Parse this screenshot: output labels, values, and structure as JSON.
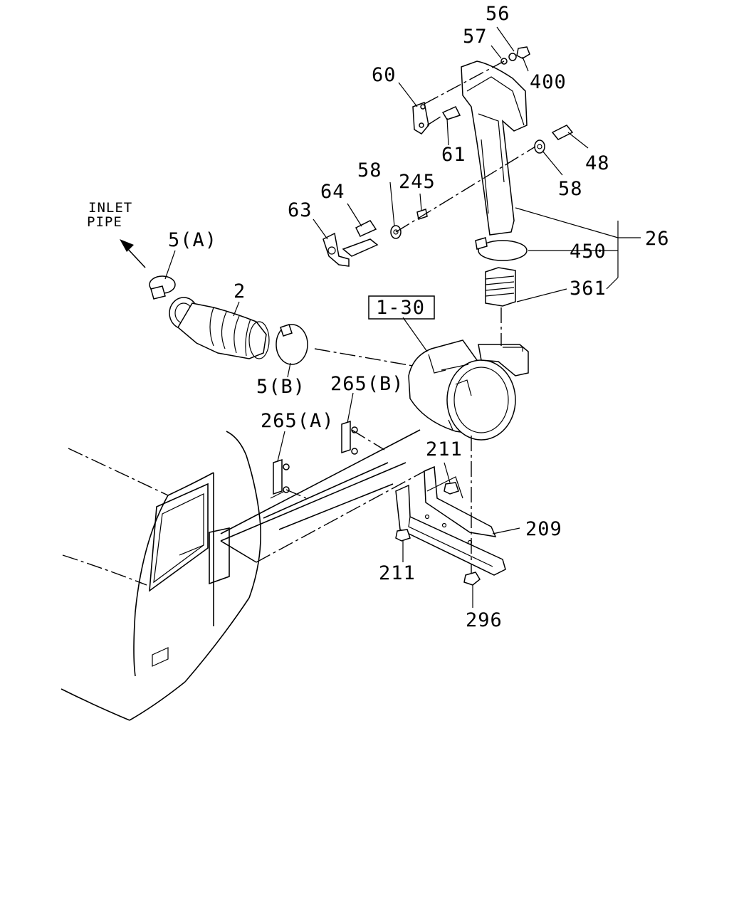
{
  "inlet_label": [
    "INLET",
    "PIPE"
  ],
  "group_ref": "1-30",
  "callouts": {
    "p56": "56",
    "p57": "57",
    "p400": "400",
    "p60": "60",
    "p61": "61",
    "p48": "48",
    "p58_right": "58",
    "p58_left": "58",
    "p245": "245",
    "p64": "64",
    "p63": "63",
    "p26": "26",
    "p450": "450",
    "p361": "361",
    "p5a": "5(A)",
    "p2": "2",
    "p5b": "5(B)",
    "p265b": "265(B)",
    "p265a": "265(A)",
    "p211_top": "211",
    "p209": "209",
    "p211_bottom": "211",
    "p296": "296"
  }
}
